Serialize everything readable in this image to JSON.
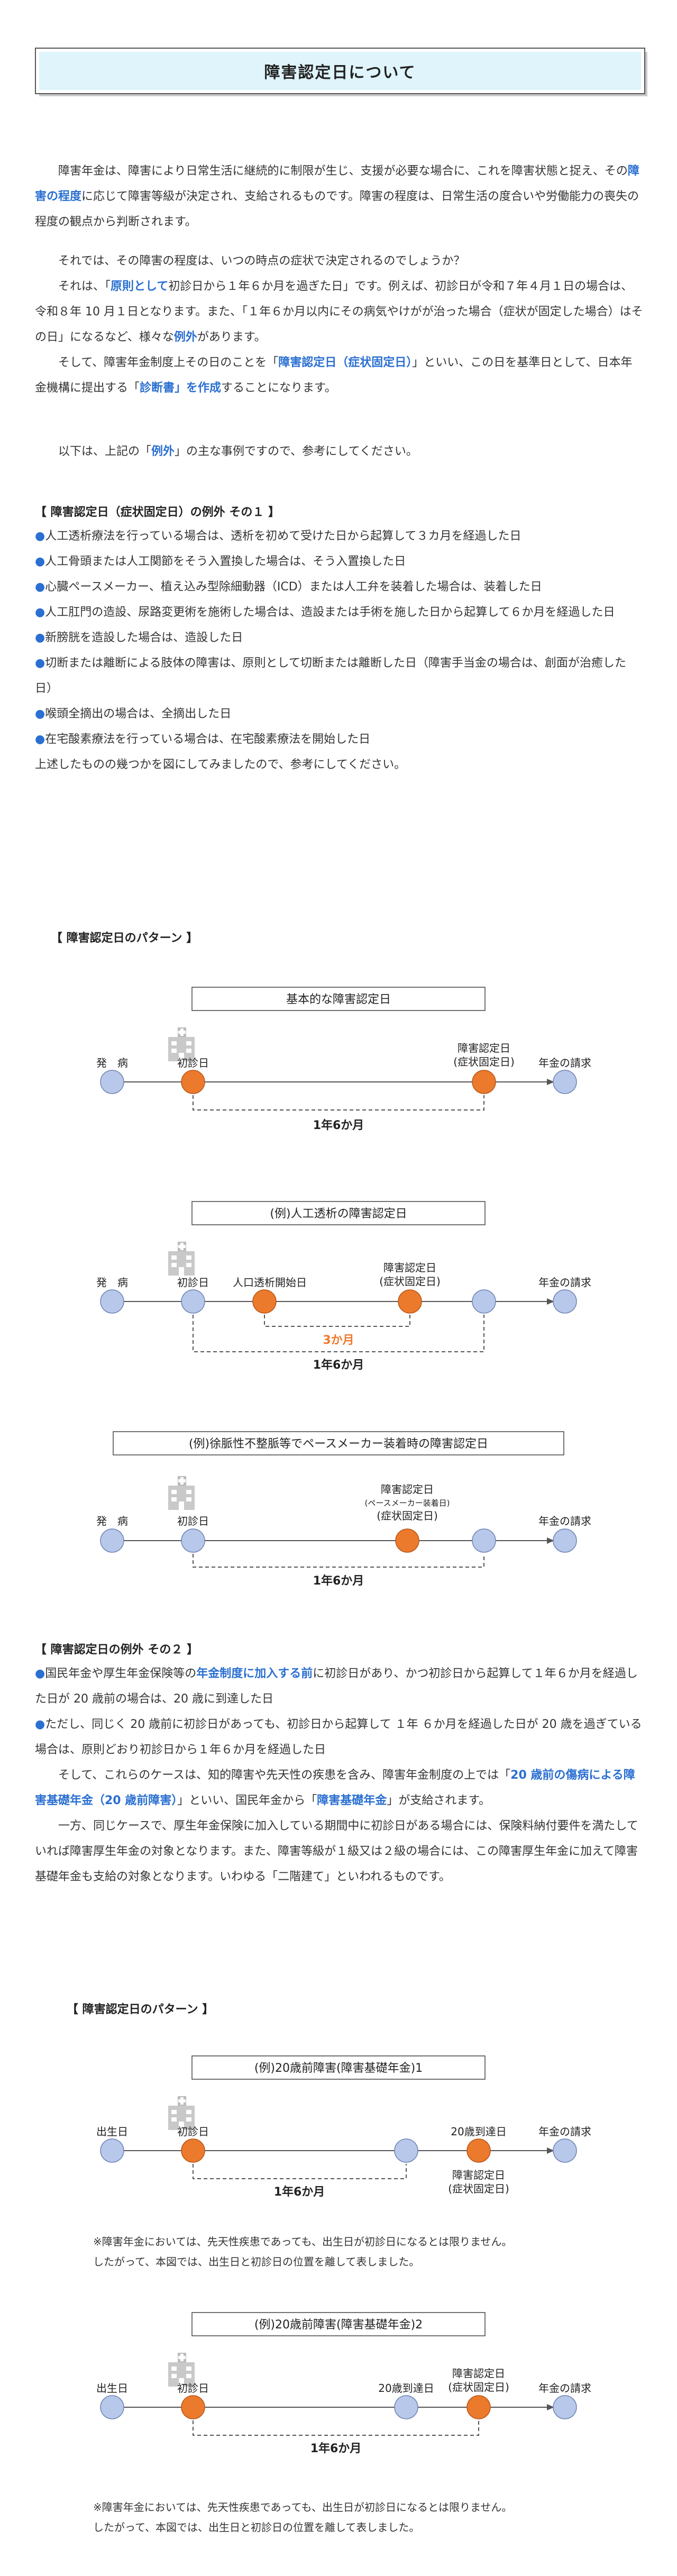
{
  "title": "障害認定日について",
  "intro": {
    "p1_a": "障害年金は、障害により日常生活に継続的に制限が生じ、支援が必要な場合に、これを障害状態と捉え、その",
    "p1_b": "障害の程度",
    "p1_c": "に応じて障害等級が決定され、支給されるものです。障害の程度は、日常生活の度合いや労働能力の喪失の程度の観点から判断されます。",
    "p2": "それでは、その障害の程度は、いつの時点の症状で決定されるのでしょうか？",
    "p3_a": "それは、「",
    "p3_b": "原則として",
    "p3_c": "初診日から１年６か月を過ぎた日」です。例えば、初診日が令和７年４月１日の場合は、令和８年 10 月１日となります。また、「１年６か月以内にその病気やけがが治った場合（症状が固定した場合）はその日」になるなど、様々な",
    "p3_d": "例外",
    "p3_e": "があります。",
    "p4_a": "そして、障害年金制度上その日のことを「",
    "p4_b": "障害認定日（症状固定日）",
    "p4_c": "」といい、この日を基準日として、日本年金機構に提出する「",
    "p4_d": "診断書」を作成",
    "p4_e": "することになります。",
    "p5_a": "以下は、上記の「",
    "p5_b": "例外",
    "p5_c": "」の主な事例ですので、参考にしてください。"
  },
  "exception1": {
    "heading": "【 障害認定日（症状固定日）の例外 その１ 】",
    "bullet": "●",
    "items": [
      "人工透析療法を行っている場合は、透析を初めて受けた日から起算して３カ月を経過した日",
      "人工骨頭または人工関節をそう入置換した場合は、そう入置換した日",
      "心臓ペースメーカー、植え込み型除細動器（ICD）または人工弁を装着した場合は、装着した日",
      "人工肛門の造設、尿路変更術を施術した場合は、造設または手術を施した日から起算して６か月を経過した日",
      "新膀胱を造設した場合は、造設した日",
      "切断または離断による肢体の障害は、原則として切断または離断した日（障害手当金の場合は、創面が治癒した日）",
      "喉頭全摘出の場合は、全摘出した日",
      "在宅酸素療法を行っている場合は、在宅酸素療法を開始した日"
    ],
    "closing": "上述したものの幾つかを図にしてみましたので、参考にしてください。"
  },
  "pattern_heading": "【 障害認定日のパターン 】",
  "diagrams1": {
    "d1": {
      "title": "基本的な障害認定日",
      "onset": "発　病",
      "first_visit": "初診日",
      "cert": "障害認定日",
      "cert_sub": "(症状固定日)",
      "claim": "年金の請求",
      "span": "1年6か月"
    },
    "d2": {
      "title": "(例)人工透析の障害認定日",
      "onset": "発　病",
      "first_visit": "初診日",
      "dialysis": "人口透析開始日",
      "cert": "障害認定日",
      "cert_sub": "(症状固定日)",
      "claim": "年金の請求",
      "span_short": "3か月",
      "span": "1年6か月"
    },
    "d3": {
      "title": "(例)徐脈性不整脈等でペースメーカー装着時の障害認定日",
      "onset": "発　病",
      "first_visit": "初診日",
      "cert": "障害認定日",
      "cert_mid": "(ペースメーカー装着日)",
      "cert_sub": "(症状固定日)",
      "claim": "年金の請求",
      "span": "1年6か月"
    }
  },
  "exception2": {
    "heading": "【 障害認定日の例外 その２ 】",
    "b1_a": "国民年金や厚生年金保険等の",
    "b1_b": "年金制度に加入する前",
    "b1_c": "に初診日があり、かつ初診日から起算して１年６か月を経過した日が 20 歳前の場合は、20 歳に到達した日",
    "b2": "ただし、同じく 20 歳前に初診日があっても、初診日から起算して １年 ６か月を経過した日が 20 歳を過ぎている場合は、原則どおり初診日から１年６か月を経過した日",
    "p1_a": "そして、これらのケースは、知的障害や先天性の疾患を含み、障害年金制度の上では「",
    "p1_b": "20 歳前の傷病による障害基礎年金（20 歳前障害）",
    "p1_c": "」といい、国民年金から「",
    "p1_d": "障害基礎年金",
    "p1_e": "」が支給されます。",
    "p2": "一方、同じケースで、厚生年金保険に加入している期間中に初診日がある場合には、保険料納付要件を満たしていれば障害厚生年金の対象となります。また、障害等級が１級又は２級の場合には、この障害厚生年金に加えて障害基礎年金も支給の対象となります。いわゆる「二階建て」といわれるものです。"
  },
  "pattern_heading2": "【 障害認定日のパターン 】",
  "diagrams2": {
    "d4": {
      "title": "(例)20歳前障害(障害基礎年金)1",
      "birth": "出生日",
      "first_visit": "初診日",
      "age20": "20歳到達日",
      "claim": "年金の請求",
      "cert": "障害認定日",
      "cert_sub": "(症状固定日)",
      "span": "1年6か月",
      "note1": "※障害年金においては、先天性疾患であっても、出生日が初診日になるとは限りません。",
      "note2": "したがって、本図では、出生日と初診日の位置を離して表しました。"
    },
    "d5": {
      "title": "(例)20歳前障害(障害基礎年金)2",
      "birth": "出生日",
      "first_visit": "初診日",
      "age20": "20歳到達日",
      "cert": "障害認定日",
      "cert_sub": "(症状固定日)",
      "claim": "年金の請求",
      "span": "1年6か月",
      "note1": "※障害年金においては、先天性疾患であっても、出生日が初診日になるとは限りません。",
      "note2": "したがって、本図では、出生日と初診日の位置を離して表しました。"
    }
  },
  "colors": {
    "accent_blue": "#2a6fd1",
    "node_orange": "#ec7a2c",
    "node_blue": "#b8c8ea",
    "title_bg": "#dff4fb"
  }
}
